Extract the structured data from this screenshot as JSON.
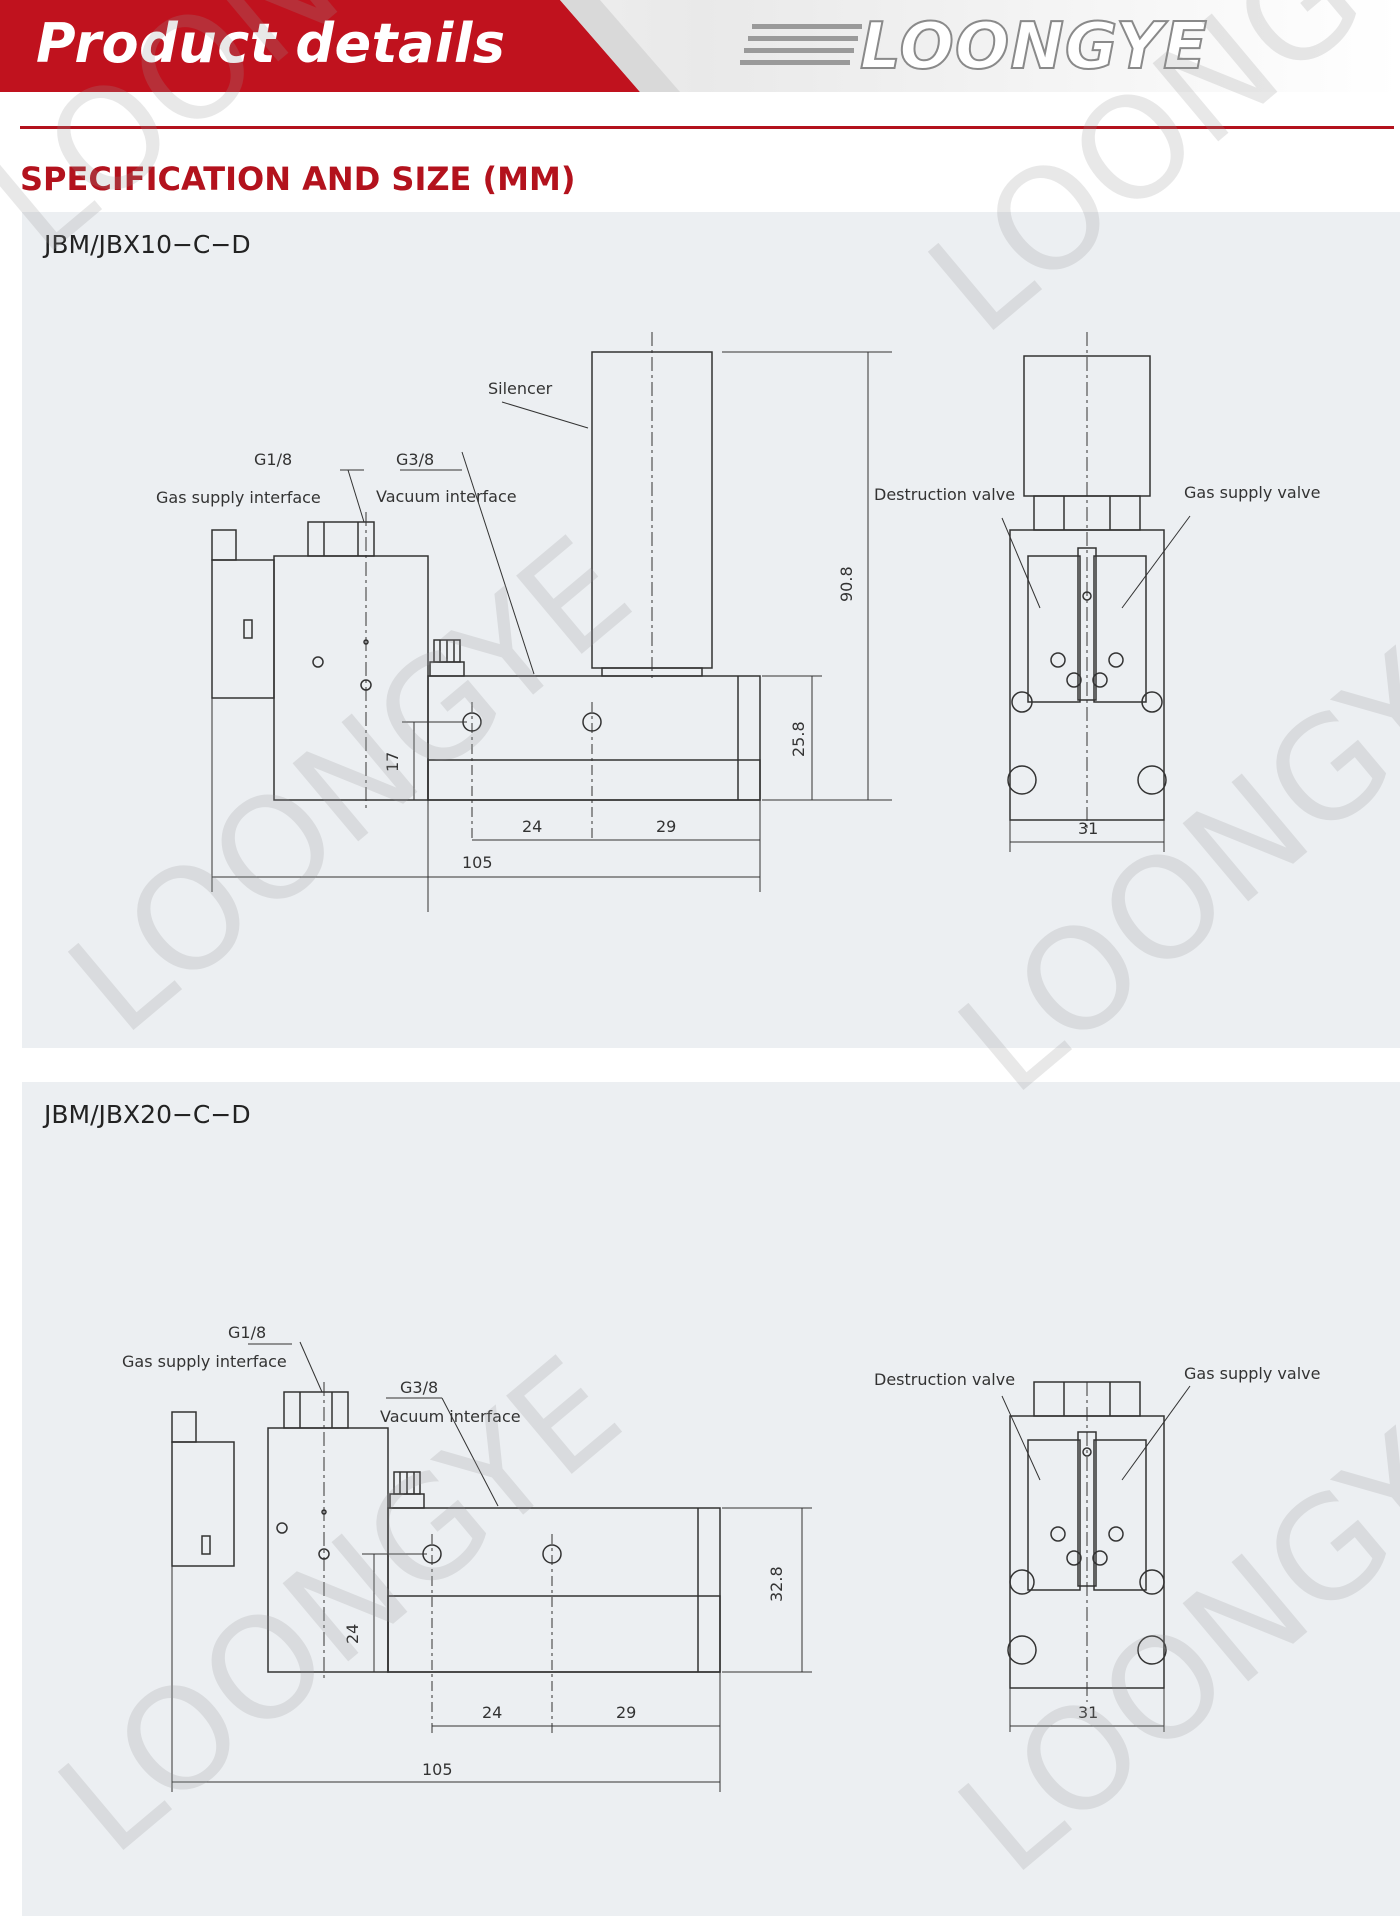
{
  "header": {
    "title": "Product details",
    "brand": "LOONGYE"
  },
  "section_title": "SPECIFICATION AND SIZE (MM)",
  "watermark": "LOONGYE",
  "colors": {
    "accent_red": "#b3121d",
    "panel_bg": "#eceff2"
  },
  "diagrams": [
    {
      "model": "JBM/JBX10−C−D",
      "labels": {
        "g18": "G1/8",
        "gas_supply_interface": "Gas supply interface",
        "g38": "G3/8",
        "vacuum_interface": "Vacuum interface",
        "silencer": "Silencer",
        "destruction_valve": "Destruction valve",
        "gas_supply_valve": "Gas supply valve"
      },
      "dimensions": {
        "height_total": "90.8",
        "height_body": "25.8",
        "height_port": "17",
        "pitch": "24",
        "edge": "29",
        "length": "105",
        "width": "31"
      }
    },
    {
      "model": "JBM/JBX20−C−D",
      "labels": {
        "g18": "G1/8",
        "gas_supply_interface": "Gas supply interface",
        "g38": "G3/8",
        "vacuum_interface": "Vacuum interface",
        "destruction_valve": "Destruction valve",
        "gas_supply_valve": "Gas supply valve"
      },
      "dimensions": {
        "height_body": "32.8",
        "height_port": "24",
        "pitch": "24",
        "edge": "29",
        "length": "105",
        "width": "31"
      }
    }
  ]
}
